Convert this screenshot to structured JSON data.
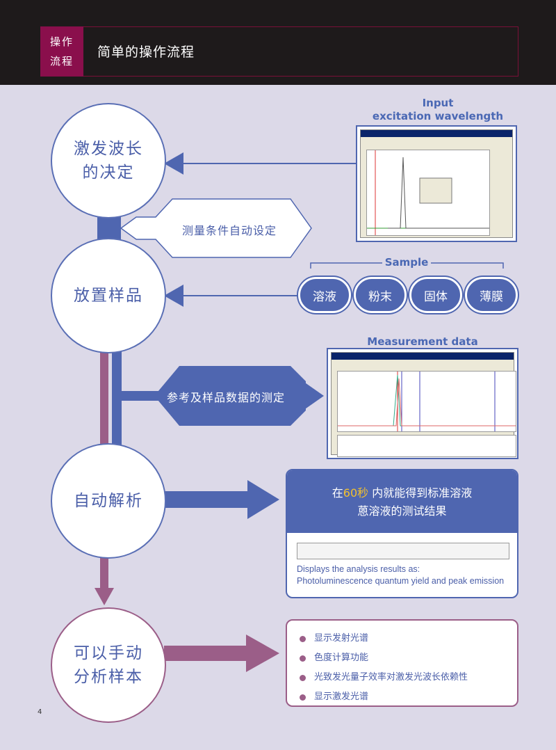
{
  "header": {
    "tag_line1": "操作",
    "tag_line2": "流程",
    "title": "简单的操作流程"
  },
  "steps": [
    {
      "line1": "激发波长",
      "line2": "的决定"
    },
    {
      "line1": "放置样品",
      "line2": ""
    },
    {
      "line1": "自动解析",
      "line2": ""
    },
    {
      "line1": "可以手动",
      "line2": "分析样本"
    }
  ],
  "callouts": {
    "conditions": "测量条件自动设定",
    "measure": "参考及样品数据的测定"
  },
  "input_title_line1": "Input",
  "input_title_line2": "excitation wavelength",
  "sample": {
    "title": "Sample",
    "types": [
      "溶液",
      "粉末",
      "固体",
      "薄膜"
    ]
  },
  "measurement_title": "Measurement data",
  "result": {
    "line1_prefix": "在",
    "line1_highlight": "60秒",
    "line1_suffix": " 内就能得到标准溶液",
    "line2": "蒽溶液的测试结果",
    "desc_line1": "Displays the analysis results as:",
    "desc_line2": "Photoluminescence quantum yield and peak emission"
  },
  "features": [
    "显示发射光谱",
    "色度计算功能",
    "光致发光量子效率对激发光波长依赖性",
    "显示激发光谱"
  ],
  "page_number": "4",
  "colors": {
    "blue": "#4f66b0",
    "purple": "#9b5e88",
    "header_bg": "#1e1a1b",
    "tag_bg": "#8a0f4c"
  }
}
